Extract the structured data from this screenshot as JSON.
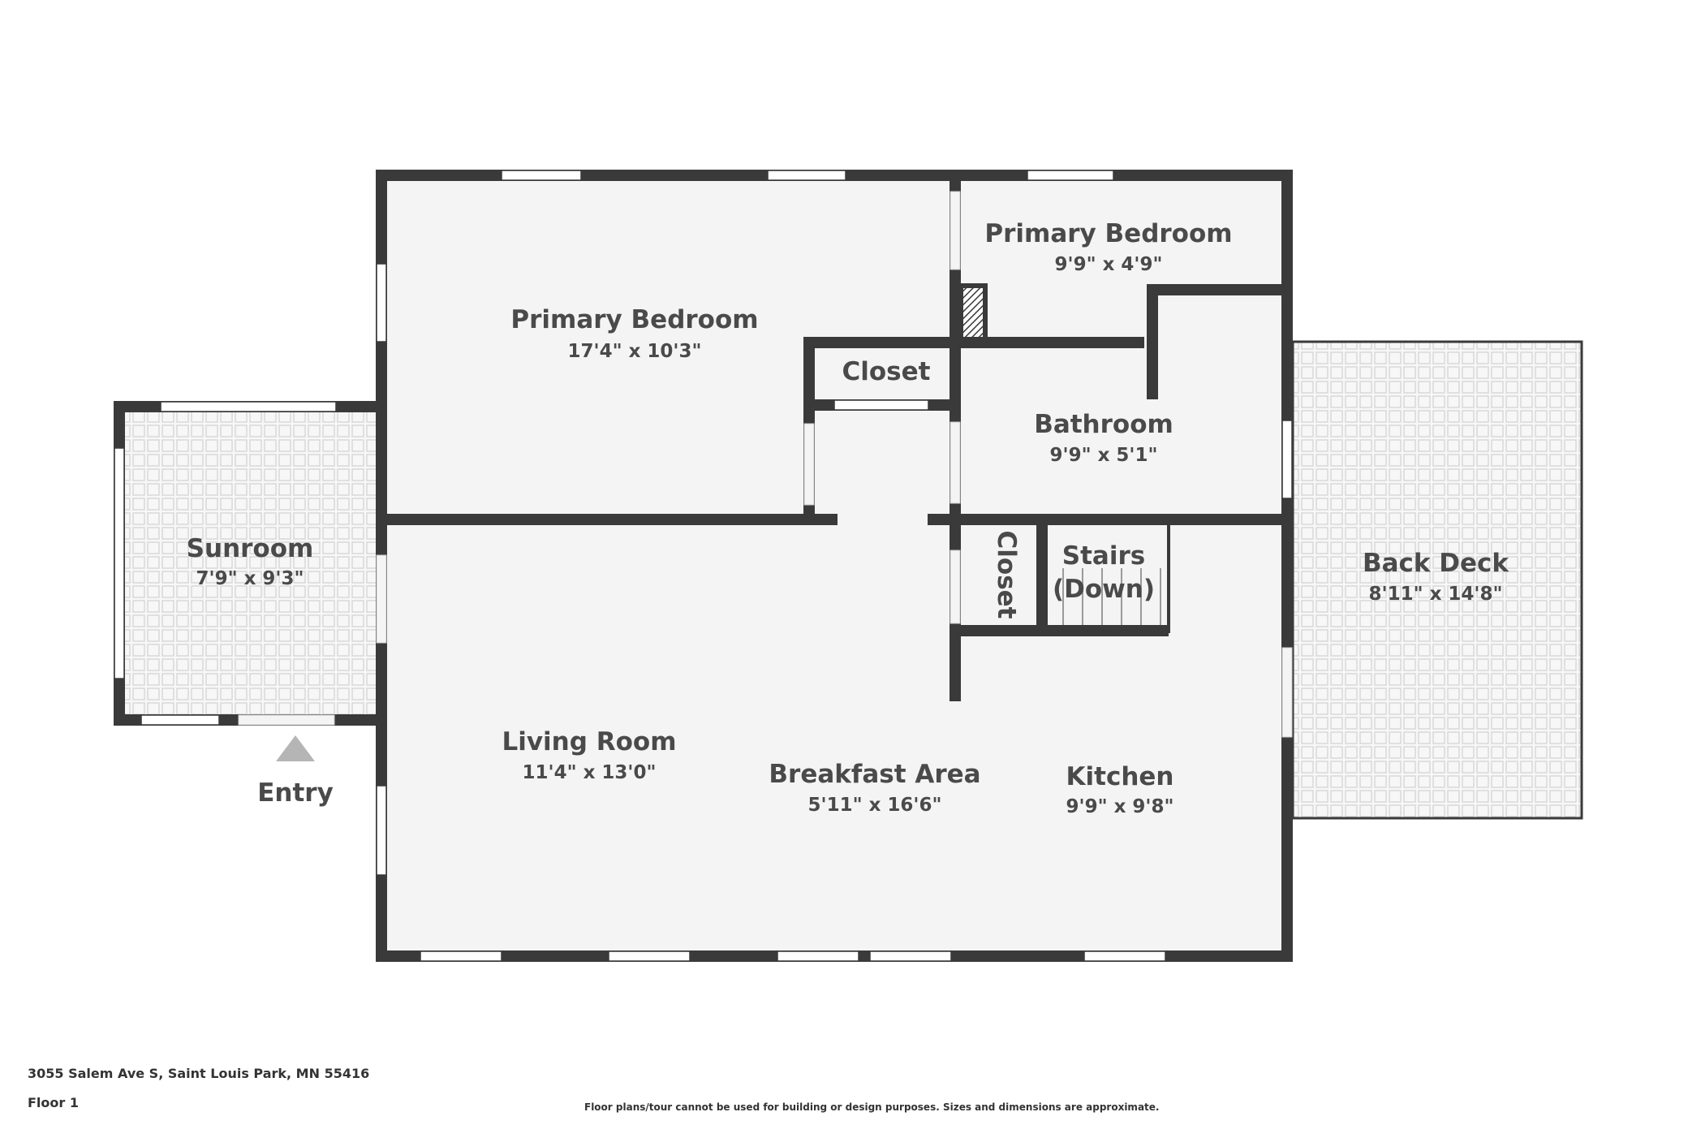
{
  "rooms": {
    "primary_bedroom_main": {
      "name": "Primary Bedroom",
      "dims": "17'4\" x 10'3\""
    },
    "primary_bedroom_small": {
      "name": "Primary Bedroom",
      "dims": "9'9\" x 4'9\""
    },
    "closet_upper": {
      "name": "Closet"
    },
    "bathroom": {
      "name": "Bathroom",
      "dims": "9'9\" x 5'1\""
    },
    "sunroom": {
      "name": "Sunroom",
      "dims": "7'9\" x 9'3\""
    },
    "closet_side": {
      "name": "Closet"
    },
    "stairs": {
      "line1": "Stairs",
      "line2": "(Down)"
    },
    "back_deck": {
      "name": "Back Deck",
      "dims": "8'11\" x 14'8\""
    },
    "living_room": {
      "name": "Living Room",
      "dims": "11'4\" x 13'0\""
    },
    "breakfast_area": {
      "name": "Breakfast Area",
      "dims": "5'11\" x 16'6\""
    },
    "kitchen": {
      "name": "Kitchen",
      "dims": "9'9\" x 9'8\""
    }
  },
  "entry": {
    "label": "Entry"
  },
  "footer": {
    "address": "3055 Salem Ave S, Saint Louis Park, MN 55416",
    "floor": "Floor 1",
    "disclaimer": "Floor plans/tour cannot be used for building or design purposes. Sizes and dimensions are approximate."
  },
  "colors": {
    "wall": "#3a3a3a",
    "floor": "#f4f4f4",
    "tile_line": "#d4d4d4",
    "text": "#4a4a4a",
    "entry_arrow": "#b5b5b5"
  }
}
